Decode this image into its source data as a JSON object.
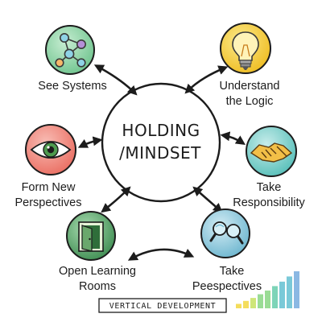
{
  "center": {
    "line1": "HOLDING",
    "line2": "/MINDSET"
  },
  "nodes": [
    {
      "id": "see-systems",
      "icon": "network-nodes-icon",
      "lines": [
        "See Systems"
      ]
    },
    {
      "id": "understand-logic",
      "icon": "lightbulb-icon",
      "lines": [
        "Understand",
        "the Logic"
      ]
    },
    {
      "id": "form-perspectives",
      "icon": "eye-icon",
      "lines": [
        "Form New",
        "Perspectives"
      ]
    },
    {
      "id": "take-responsibility",
      "icon": "handshake-icon",
      "lines": [
        "Take",
        "Responsibility"
      ]
    },
    {
      "id": "open-learning",
      "icon": "open-door-icon",
      "lines": [
        "Open Learning",
        "Rooms"
      ]
    },
    {
      "id": "take-perspectives",
      "icon": "magnifying-glass-icon",
      "lines": [
        "Take",
        "Peespectives"
      ]
    }
  ],
  "footer": {
    "banner": "VERTICAL DEVELOPMENT"
  },
  "bar_levels": [
    0.12,
    0.2,
    0.28,
    0.38,
    0.48,
    0.6,
    0.72,
    0.86,
    1.0
  ],
  "colors": {
    "green_circle": "#8fd3a5",
    "yellow_circle": "#f4cc3c",
    "red_circle": "#f08a7e",
    "teal_circle": "#7ed0cc",
    "dark_green_circle": "#5aa46a",
    "blue_circle": "#8cc9dc",
    "bar_gradient": [
      "#f3d94a",
      "#c9e36a",
      "#8fd88a",
      "#6fcfb0",
      "#6cc3d4",
      "#7eb0e0"
    ]
  }
}
